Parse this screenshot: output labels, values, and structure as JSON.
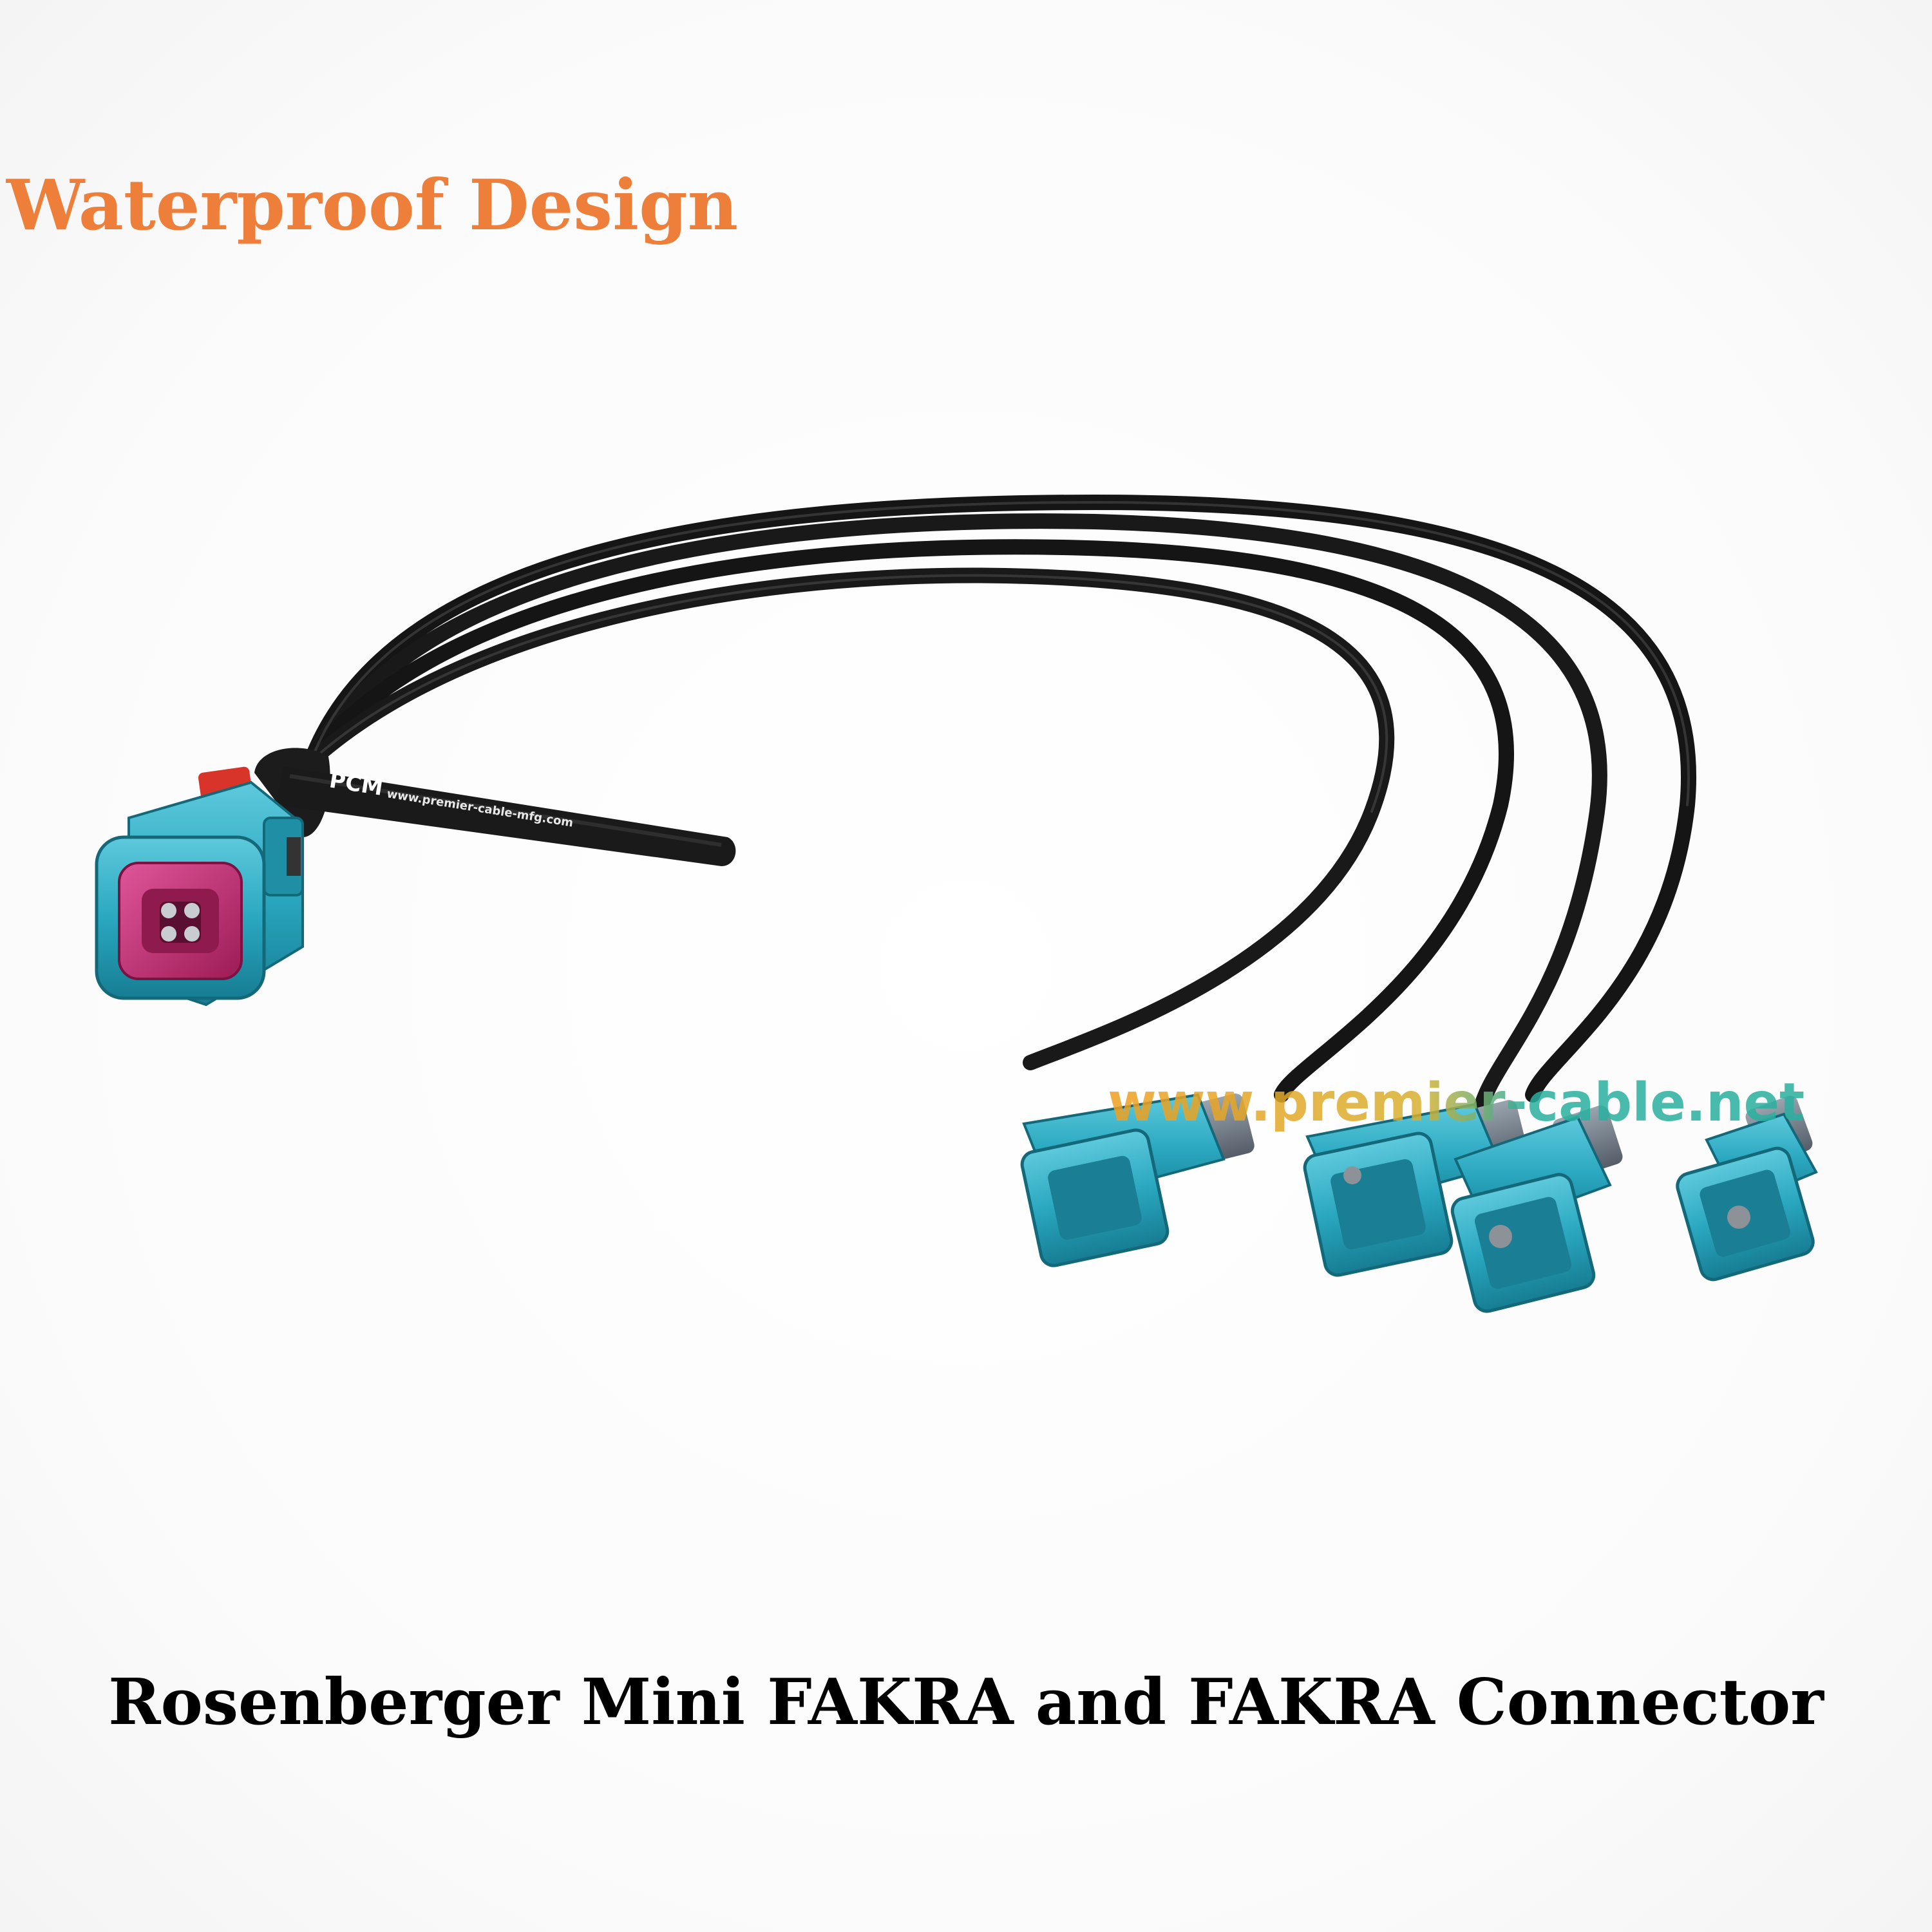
{
  "headline": {
    "text": "Waterproof Design",
    "color": "#ee7f3a"
  },
  "caption": {
    "text": "Rosenberger Mini FAKRA and FAKRA Connector",
    "color": "#000000"
  },
  "strap": {
    "brand": "PCM",
    "url": "www.premier-cable-mfg.com"
  },
  "watermark": {
    "text": "www.premier-cable.net",
    "colors": [
      "#f0a020",
      "#2ab0a0"
    ]
  },
  "colors": {
    "cable": "#151515",
    "connector_blue": "#2aa8c0",
    "connector_pink": "#c0286a",
    "boot_grey": "#6a7480"
  }
}
